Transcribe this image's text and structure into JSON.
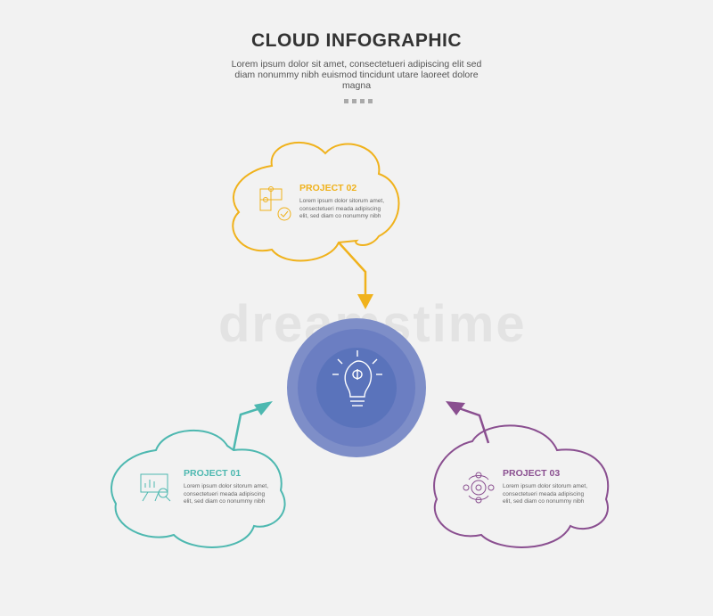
{
  "header": {
    "title": "CLOUD INFOGRAPHIC",
    "subtitle": "Lorem ipsum dolor sit amet, consectetueri adipiscing elit sed diam nonummy nibh euismod tincidunt utare laoreet dolore magna"
  },
  "watermark": "dreamstime",
  "colors": {
    "project01": "#4db8b0",
    "project02": "#f0b21c",
    "project03": "#8a4f90",
    "center_outer": "#7e8ec8",
    "center_mid": "#6b7ec2",
    "center_inner": "#5a73bb"
  },
  "center": {
    "icon": "lightbulb-brain-icon"
  },
  "projects": [
    {
      "title": "PROJECT 01",
      "body": "Lorem ipsum dolor sitorum amet, consectetueri meada adipiscing elit, sed diam co nonummy nibh",
      "icon": "presentation-chart-icon"
    },
    {
      "title": "PROJECT 02",
      "body": "Lorem ipsum dolor sitorum amet, consectetueri meada adipiscing elit, sed diam co nonummy nibh",
      "icon": "puzzle-check-icon"
    },
    {
      "title": "PROJECT 03",
      "body": "Lorem ipsum dolor sitorum amet, consectetueri meada adipiscing elit, sed diam co nonummy nibh",
      "icon": "gear-network-icon"
    }
  ]
}
